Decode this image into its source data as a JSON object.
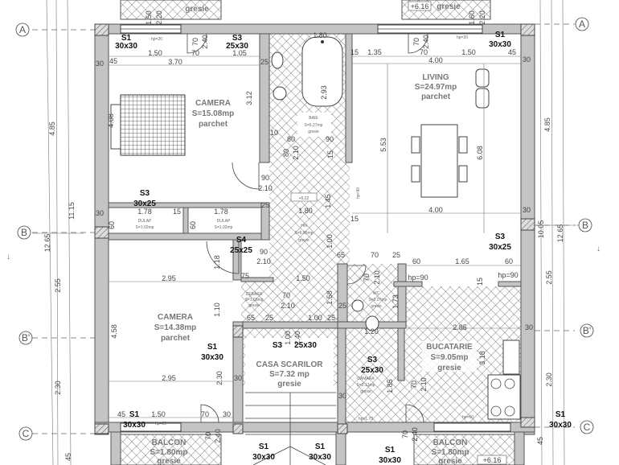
{
  "axes": {
    "A": "A",
    "B": "B",
    "B_prime": "B'",
    "C": "C"
  },
  "rooms": {
    "camera_1": {
      "name": "CAMERA",
      "area": "S=15.08mp",
      "floor": "parchet"
    },
    "living": {
      "name": "LIVING",
      "area": "S=24.97mp",
      "floor": "parchet"
    },
    "baie": {
      "name": "BAIE",
      "area": "S=5.27mp",
      "floor": "gresie"
    },
    "hol": {
      "name": "Hol",
      "area": "S=6.85mp",
      "floor": "gresie",
      "level": "+6.22"
    },
    "camera_2": {
      "name": "CAMERA",
      "area": "S=14.38mp",
      "floor": "parchet"
    },
    "casa_scarilor": {
      "name": "CASA SCARILOR",
      "area": "S=7.32 mp",
      "floor": "gresie"
    },
    "debara": {
      "name": "DEBARA",
      "area": "S=1.65mp",
      "floor": "gresie"
    },
    "wc": {
      "name": "WC",
      "area": "S=2.07mp",
      "floor": "gresie"
    },
    "camara": {
      "name": "CAMARA",
      "area": "S=2.13mp",
      "floor": "gresie"
    },
    "bucatarie": {
      "name": "BUCATARIE",
      "area": "S=9.05mp",
      "floor": "gresie"
    },
    "dulap_1": {
      "name": "DULAP",
      "area": "S=1.02mp"
    },
    "dulap_2": {
      "name": "DULAP",
      "area": "S=1.02mp"
    },
    "balcon_1": {
      "name": "BALCON",
      "area": "S=1.80mp",
      "floor": "gresie"
    },
    "balcon_2": {
      "name": "BALCON",
      "area": "S=1.80mp",
      "floor": "gresie",
      "level": "+6.16"
    },
    "top_balcony": {
      "floor": "gresie",
      "level": "+6.16"
    }
  },
  "columns": [
    {
      "code": "S1",
      "size": "30x30"
    },
    {
      "code": "S3",
      "size": "25x30"
    },
    {
      "code": "S1",
      "size": "30x30"
    },
    {
      "code": "S3",
      "size": "30x25"
    },
    {
      "code": "S4",
      "size": "25x25"
    },
    {
      "code": "S3",
      "size": "30x25"
    },
    {
      "code": "S1",
      "size": "30x30"
    },
    {
      "code": "S3",
      "size": "25x30"
    },
    {
      "code": "S3",
      "size": "25x30"
    },
    {
      "code": "S1",
      "size": "30x30"
    },
    {
      "code": "S1",
      "size": "30x30"
    },
    {
      "code": "S1",
      "size": "30x30"
    },
    {
      "code": "S1",
      "size": "30x30"
    },
    {
      "code": "S1",
      "size": "30x30"
    }
  ],
  "dimensions": {
    "outer_left": [
      "4.85",
      "11.15",
      "12.65",
      "2.55",
      "2.30",
      "45"
    ],
    "outer_right": [
      "4.85",
      "10.05",
      "12.65",
      "2.55",
      "2.30",
      "45"
    ],
    "camera_1": [
      "45",
      "1.50",
      "70",
      "1.05",
      "3.70",
      "30",
      "25",
      "3.12",
      "4.08",
      "90",
      "2.10",
      "1.78",
      "15",
      "1.78",
      "30",
      "25",
      "60",
      "60"
    ],
    "living": [
      "15",
      "1.35",
      "70",
      "1.50",
      "45",
      "4.00",
      "30",
      "5.53",
      "6.08",
      "4.00",
      "30",
      "15",
      "1.45",
      "hp=90"
    ],
    "baie": [
      "1.80",
      "2.93",
      "10",
      "80",
      "90",
      "80",
      "2.10",
      "15"
    ],
    "center": [
      "1.80",
      "1.00",
      "90",
      "2.10",
      "1.18",
      "75",
      "1.50",
      "70",
      "2.10",
      "1.58",
      "65",
      "25",
      "1.00",
      "25",
      "1.00",
      "2.40"
    ],
    "camera_2": [
      "2.95",
      "1.10",
      "4.58",
      "2.95",
      "2.30",
      "30",
      "45",
      "1.50",
      "70",
      "30",
      "70",
      "2.40",
      "hp=20"
    ],
    "kitchen": [
      "65",
      "70",
      "25",
      "70",
      "2.10",
      "60",
      "1.65",
      "60",
      "hp=90",
      "hp=90",
      "15",
      "2.85",
      "30",
      "3.18",
      "70",
      "2.10",
      "1.85",
      "hp=60",
      "1.73",
      "1.20",
      "25",
      "30",
      "hp=1.70",
      "70",
      "2.40"
    ],
    "top": [
      "70",
      "2.40",
      "hp=20",
      "70",
      "2.40",
      "hp=20",
      "1.50",
      "2.20",
      "1.60",
      "2.20"
    ]
  },
  "colors": {
    "wall": "#c4c4c4",
    "line": "#444444",
    "room_label": "#777777"
  }
}
